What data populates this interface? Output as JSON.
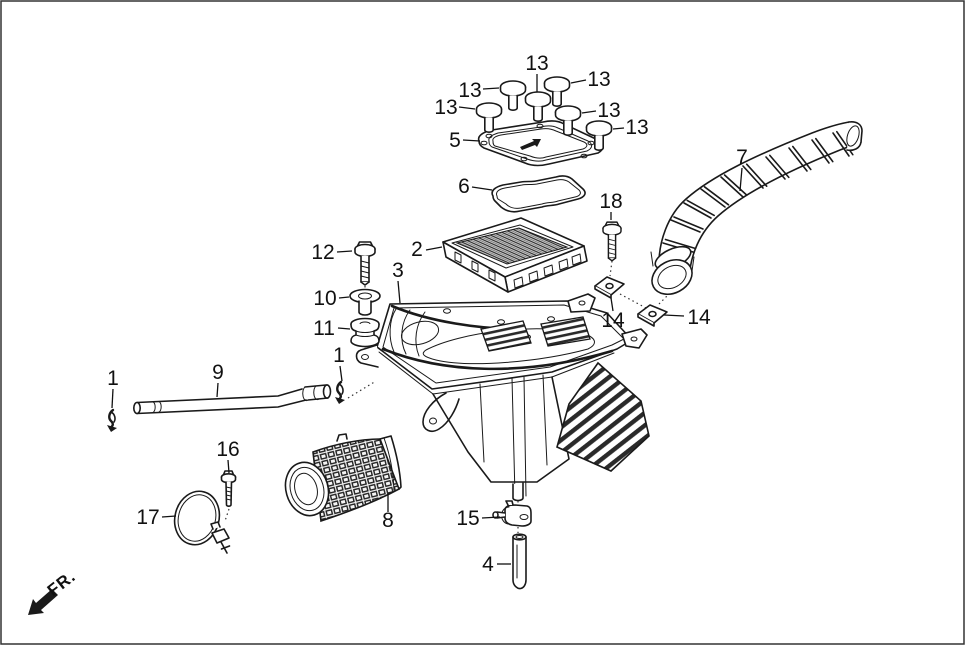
{
  "diagram": {
    "kind": "exploded-parts-diagram",
    "background_color": "#ffffff",
    "line_color": "#1a1a1a",
    "border_color": "#333333",
    "direction_indicator": "FR.",
    "callouts": [
      {
        "id": "13-1",
        "text": "13"
      },
      {
        "id": "13-2",
        "text": "13"
      },
      {
        "id": "13-3",
        "text": "13"
      },
      {
        "id": "13-4",
        "text": "13"
      },
      {
        "id": "13-5",
        "text": "13"
      },
      {
        "id": "13-6",
        "text": "13"
      },
      {
        "id": "5",
        "text": "5"
      },
      {
        "id": "6",
        "text": "6"
      },
      {
        "id": "7",
        "text": "7"
      },
      {
        "id": "2",
        "text": "2"
      },
      {
        "id": "12",
        "text": "12"
      },
      {
        "id": "3",
        "text": "3"
      },
      {
        "id": "10",
        "text": "10"
      },
      {
        "id": "11",
        "text": "11"
      },
      {
        "id": "18",
        "text": "18"
      },
      {
        "id": "14-left",
        "text": "14"
      },
      {
        "id": "14-right",
        "text": "14"
      },
      {
        "id": "1-left",
        "text": "1"
      },
      {
        "id": "9",
        "text": "9"
      },
      {
        "id": "1-right",
        "text": "1"
      },
      {
        "id": "16",
        "text": "16"
      },
      {
        "id": "17",
        "text": "17"
      },
      {
        "id": "8",
        "text": "8"
      },
      {
        "id": "15",
        "text": "15"
      },
      {
        "id": "4",
        "text": "4"
      }
    ]
  }
}
